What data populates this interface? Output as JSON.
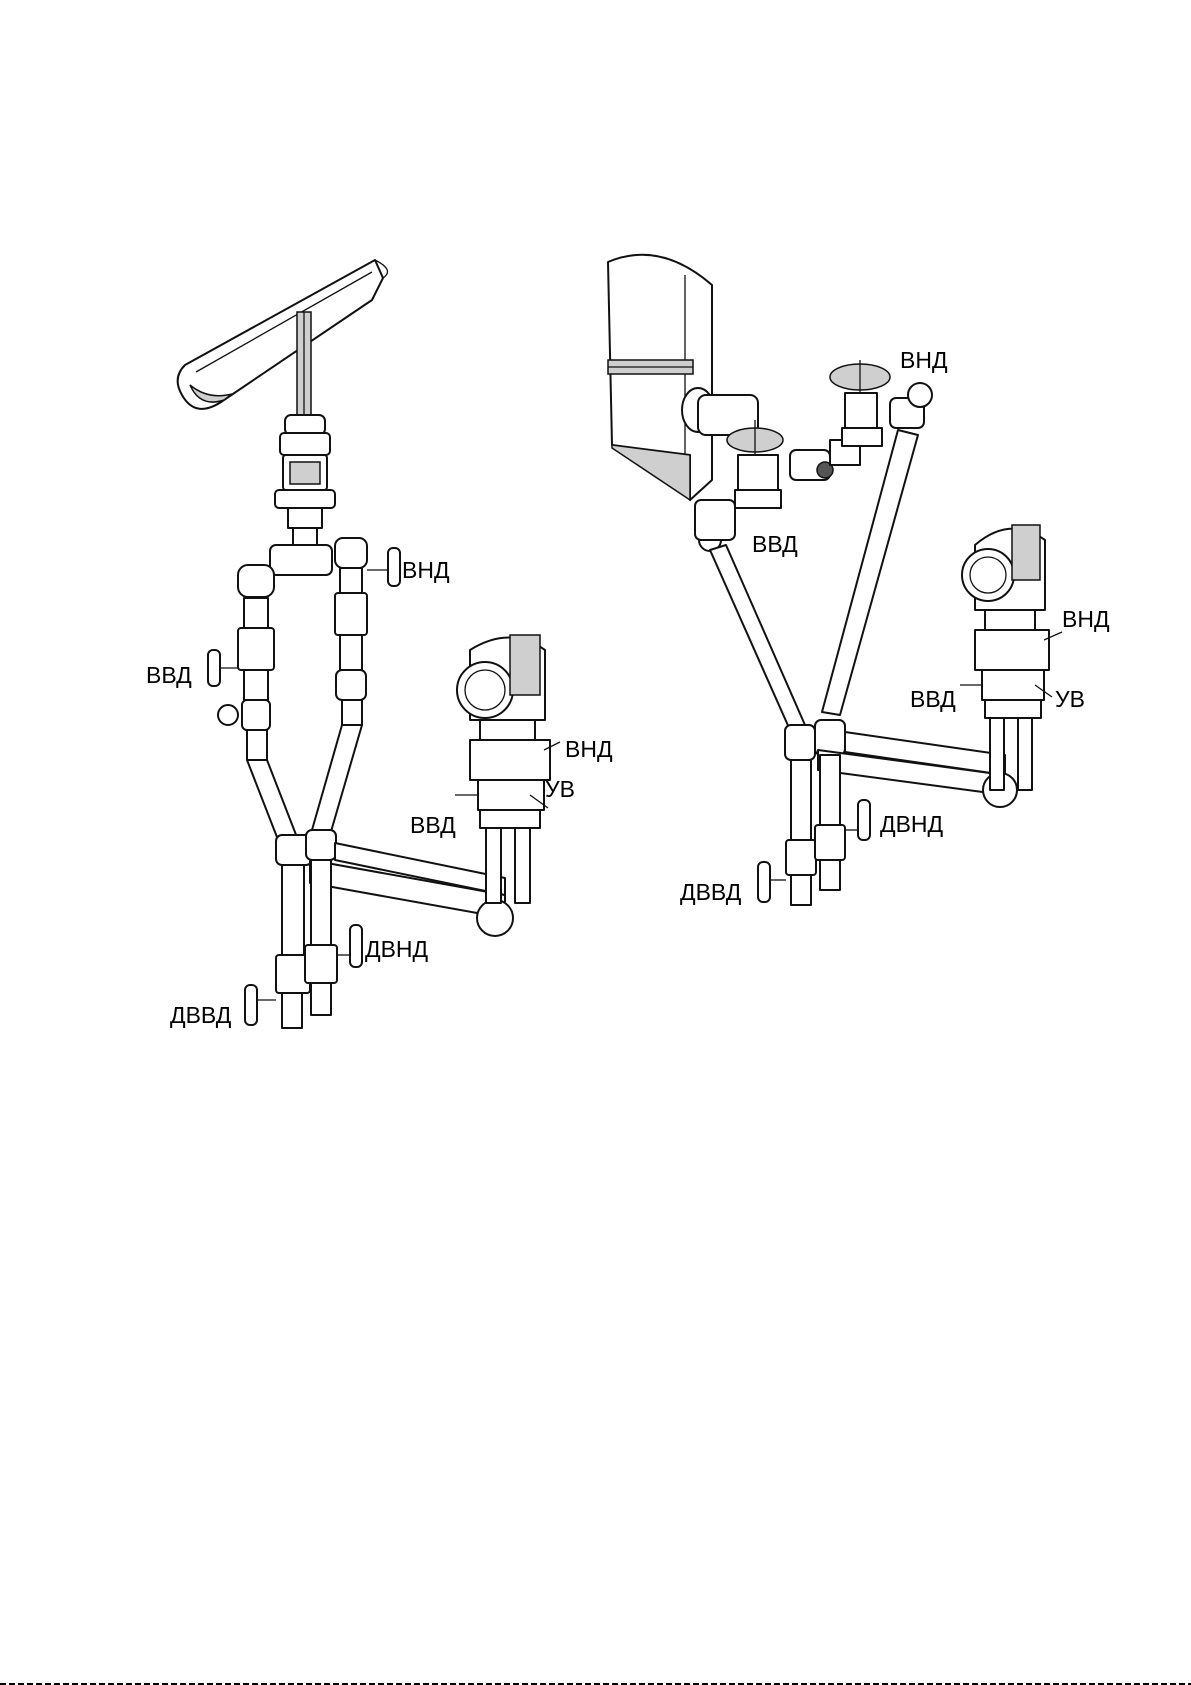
{
  "diagrams": [
    {
      "id": "horizontal-pipe-installation",
      "labels": {
        "vnd_upper": "ВНД",
        "vvd_left": "ВВД",
        "vnd_manifold": "ВНД",
        "uv": "УВ",
        "vvd_manifold": "ВВД",
        "dvnd": "ДВНД",
        "dvvd": "ДВВД"
      }
    },
    {
      "id": "vertical-pipe-installation",
      "labels": {
        "vnd_top": "ВНД",
        "vvd_middle": "ВВД",
        "vnd_manifold": "ВНД",
        "vvd_manifold": "ВВД",
        "uv": "УВ",
        "dvnd": "ДВНД",
        "dvvd": "ДВВД"
      }
    }
  ]
}
